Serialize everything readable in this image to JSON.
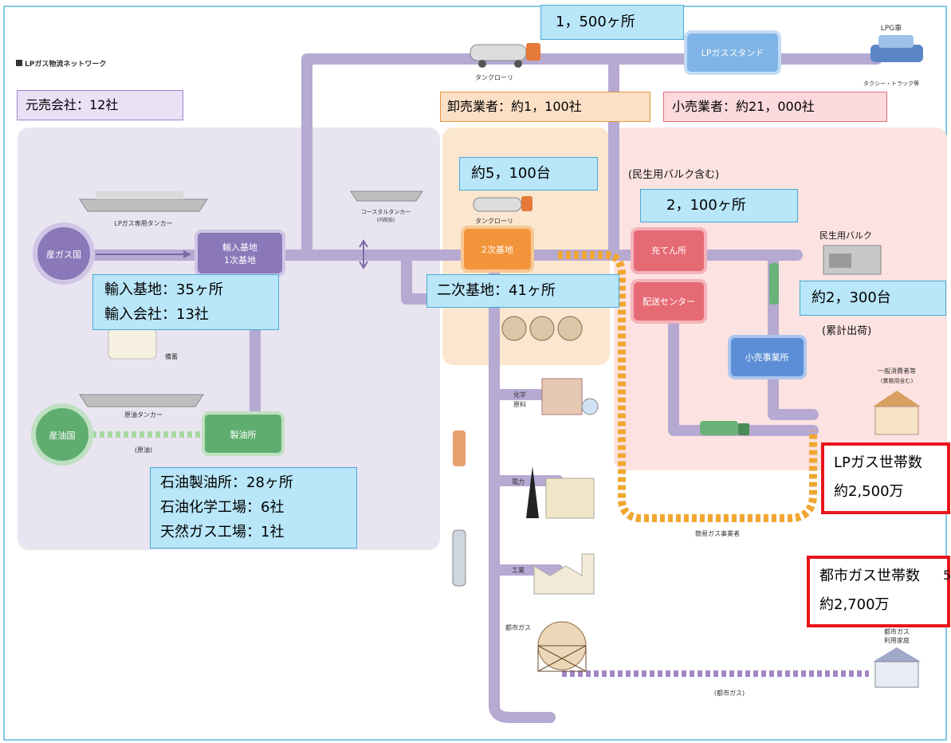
{
  "diagram": {
    "frame_title": "LPガス物流ネットワーク",
    "boxes": {
      "motouri": "元売会社：12社",
      "oroshi": "卸売業者：約1，100社",
      "kouri": "小売業者：約21，000社",
      "stand_count": "1，500ヶ所",
      "tankcar_count": "約5，100台",
      "juten_note": "(民生用バルク含む)",
      "juten_count": "2，100ヶ所",
      "bulk_label": "民生用バルク",
      "bulk_count": "約2，300台",
      "bulk_note": "(累計出荷)",
      "import_base": "輸入基地：35ヶ所",
      "import_company": "輸入会社：13社",
      "secondary_base": "二次基地：41ヶ所",
      "refinery": "石油製油所：28ヶ所",
      "petrochem": "石油化学工場：6社",
      "natgas": "天然ガス工場：1社",
      "lp_households": "LPガス世帯数",
      "lp_households_value": "約2,500万",
      "city_households": "都市ガス世帯数",
      "city_households_value": "約2,700万",
      "page_number_fragment": "5"
    },
    "nodes": {
      "gas_producing_country": "産ガス国",
      "import_base": "輸入基地\n1次基地",
      "oil_producing_country": "産油国",
      "refinery": "製油所",
      "secondary_base": "2次基地",
      "filling_station": "充てん所",
      "delivery_center": "配送センター",
      "retail_office": "小売事業所",
      "lpg_stand": "LPガススタンド"
    },
    "labels": {
      "lpg_tanker": "LPガス専用タンカー",
      "coastal_tanker": "コースタルタンカー",
      "coastal_tanker_sub": "(内航船)",
      "tank_lorry": "タンクローリ",
      "storage": "備蓄",
      "crude_tanker": "原油タンカー",
      "crude": "(原油)",
      "lpg_car": "LPG車",
      "taxi_truck": "タクシー・トラック等",
      "chemical": "化学",
      "chemical2": "原料",
      "power": "電力",
      "industry": "工業",
      "city_gas": "都市ガス",
      "simple_gas": "簡易ガス事業者",
      "general_consumers": "一般消費者等",
      "general_consumers_sub": "(業務用含む)",
      "city_gas_users": "都市ガス",
      "city_gas_users_sub": "利用家庭",
      "city_gas_pipe": "(都市ガス)"
    }
  },
  "colors": {
    "purple_panel": "#e8e4f0",
    "orange_panel": "#fbe6cf",
    "pink_panel": "#fce3e1",
    "pipe": "#b6a9d2",
    "purple_node": "#8a78b8",
    "green_node": "#5fae6f",
    "orange_node": "#f2943a",
    "red_node": "#e66a74",
    "blue_node": "#5b8ed6",
    "city_pipe": "#a586c4",
    "simple_pipe": "#f0a630"
  }
}
